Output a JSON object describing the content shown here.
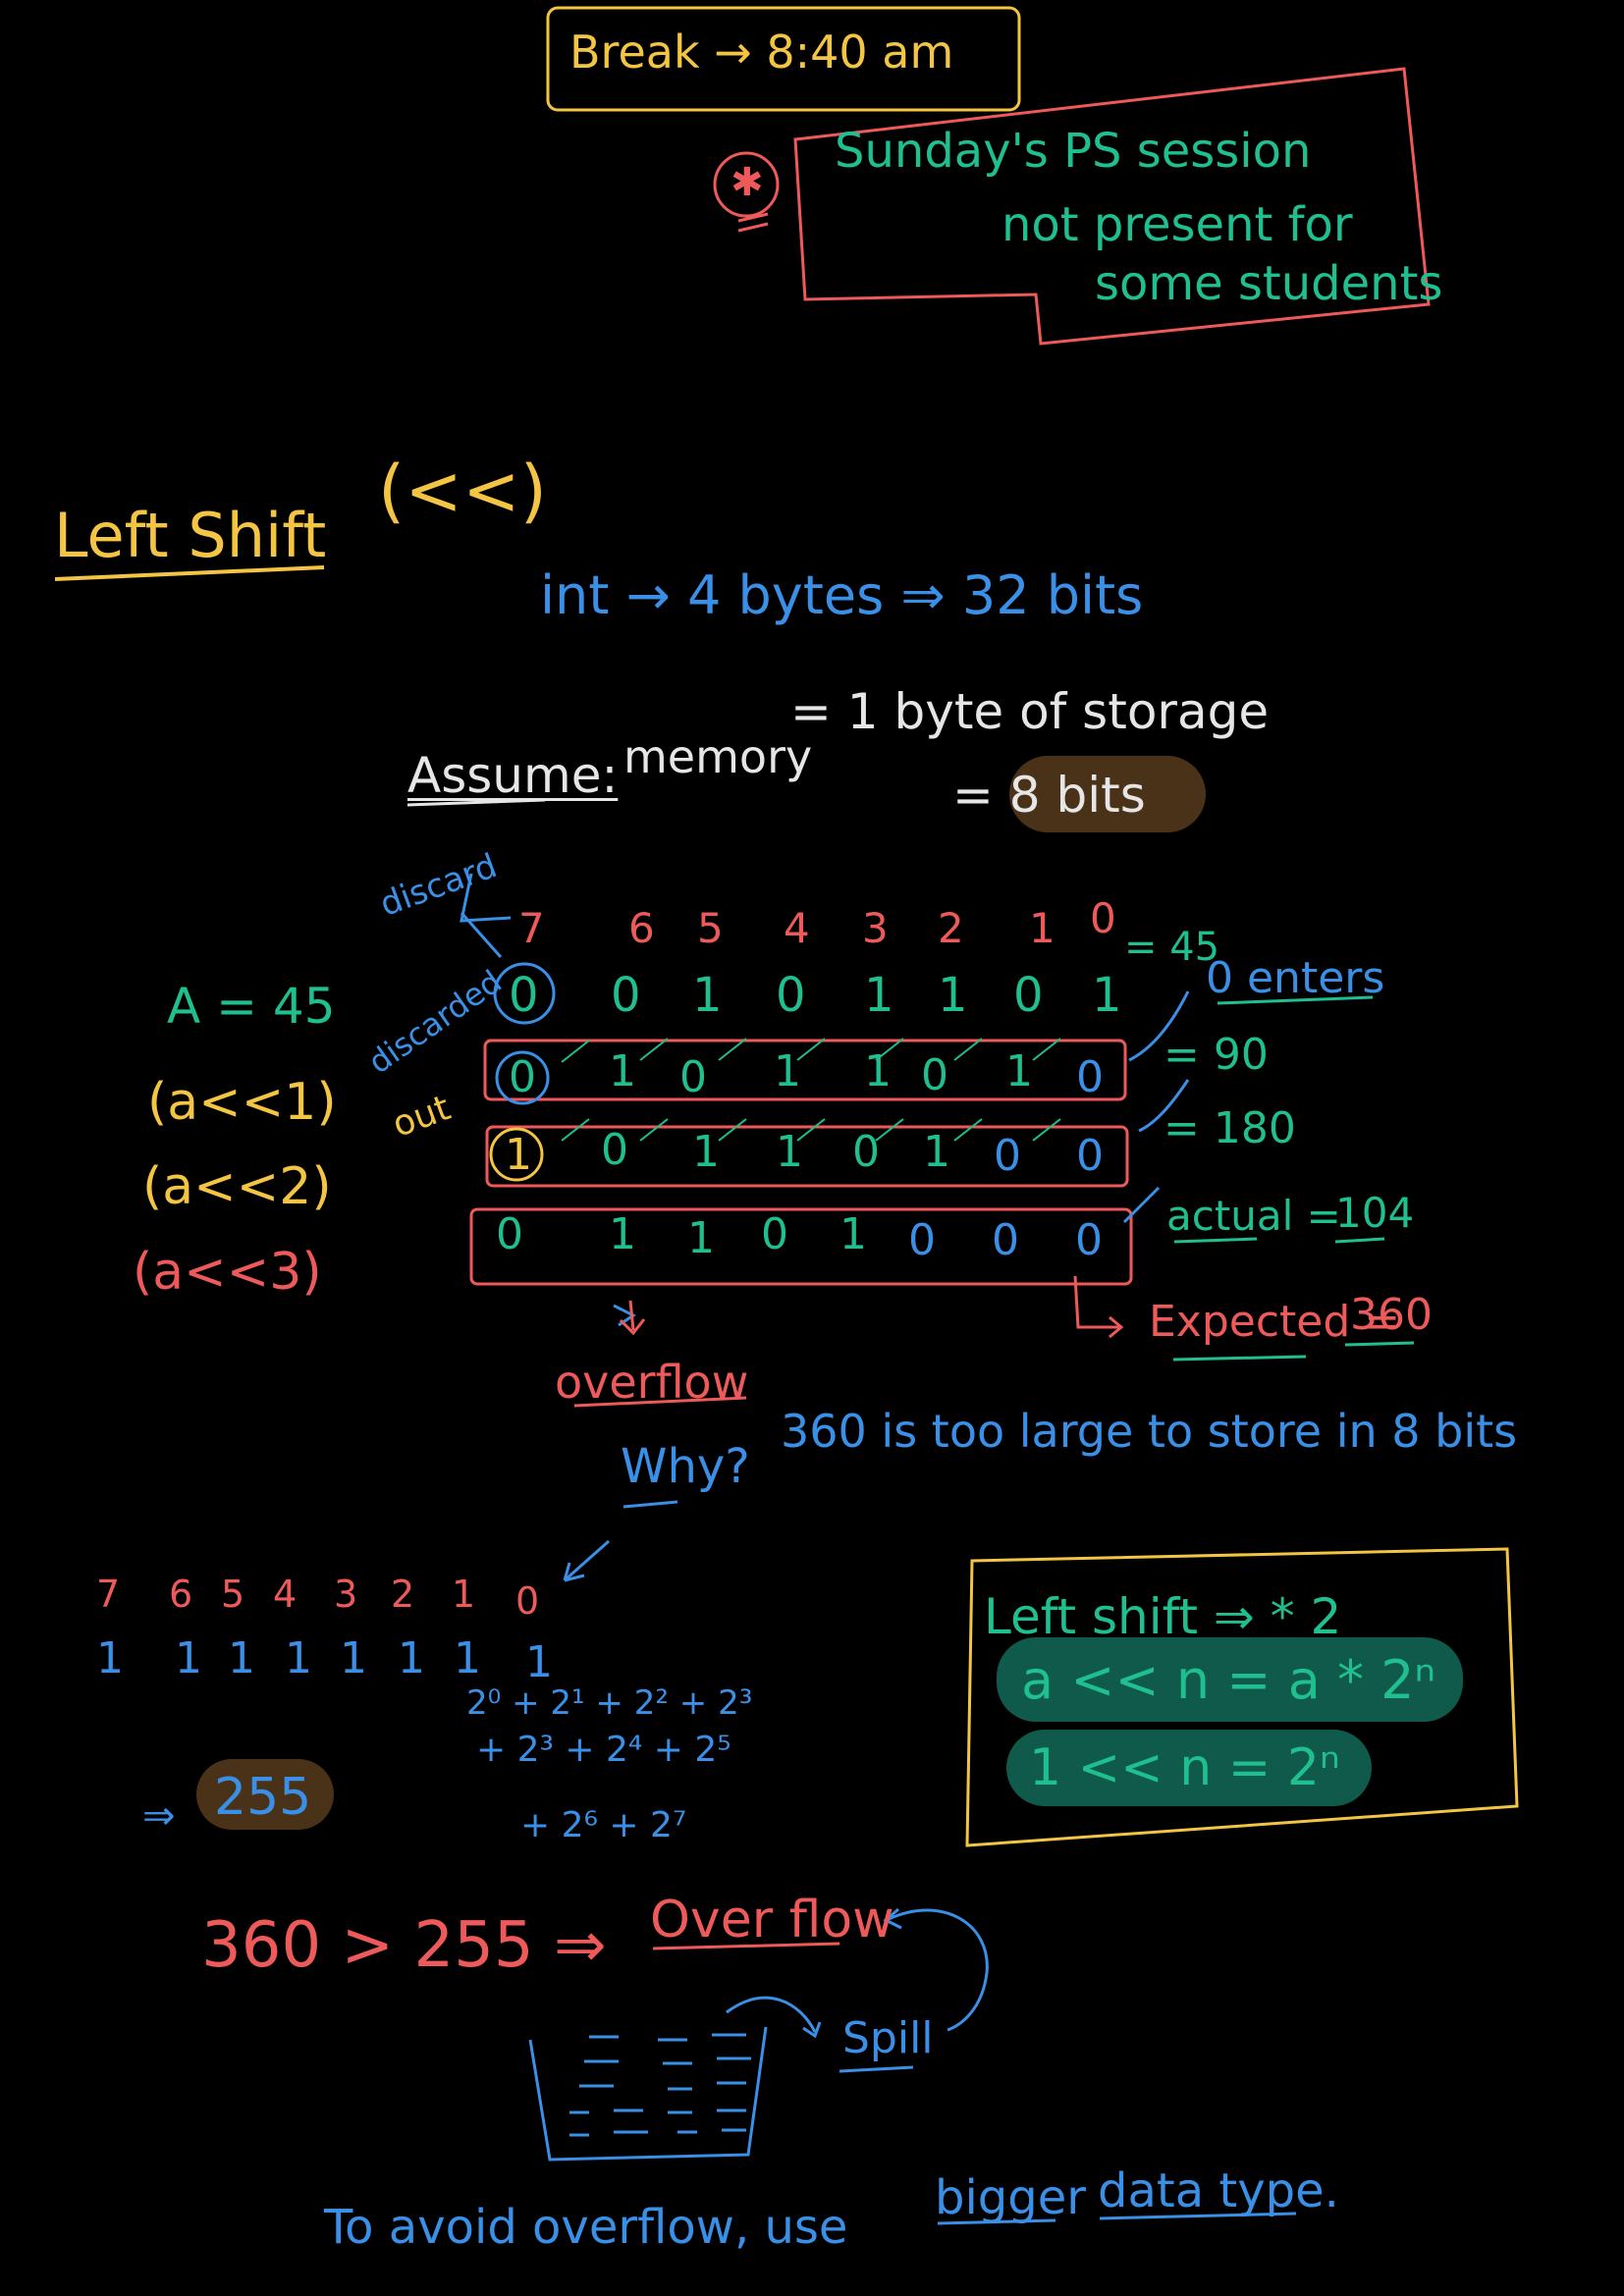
{
  "colors": {
    "background": "#000000",
    "yellow": "#f4c542",
    "green": "#1fbf8f",
    "blue": "#3a8fe6",
    "red": "#ee5a5a",
    "white": "#e6e6e6",
    "highlight_brown": "#4a3218",
    "highlight_teal": "#0f5a4a"
  },
  "header": {
    "break_note": "Break → 8:40 am",
    "star_symbol": "✱",
    "announcement_lines": [
      "Sunday's PS session",
      "not present for",
      "some students"
    ]
  },
  "section": {
    "title": "Left Shift",
    "operator": "(<<)",
    "int_fact": "int → 4 bytes ⇒ 32 bits",
    "assume_label": "Assume:",
    "memory_label": "memory",
    "memory_line1": "= 1 byte of storage",
    "memory_line2": "= 8 bits"
  },
  "bits": {
    "positions": [
      "7",
      "6",
      "5",
      "4",
      "3",
      "2",
      "1",
      "0"
    ],
    "a_label": "A = 45",
    "row0": [
      "0",
      "0",
      "1",
      "0",
      "1",
      "1",
      "0",
      "1"
    ],
    "row0_value": "= 45",
    "row1_label": "(a<<1)",
    "row1": [
      "0",
      "1",
      "0",
      "1",
      "1",
      "0",
      "1",
      "0"
    ],
    "row1_value": "= 90",
    "row2_label": "(a<<2)",
    "row2": [
      "1",
      "0",
      "1",
      "1",
      "0",
      "1",
      "0",
      "0"
    ],
    "row2_value": "= 180",
    "row3_label": "(a<<3)",
    "row3": [
      "0",
      "1",
      "1",
      "0",
      "1",
      "0",
      "0",
      "0"
    ],
    "actual_label": "actual =",
    "actual_value": "104",
    "expected_label": "Expected =",
    "expected_value": "360",
    "zero_enters": "0 enters",
    "discard1": "discard",
    "discard2": "discarded",
    "out": "out",
    "overflow_label": "overflow",
    "why_q": "Why?",
    "why_text": "360 is too large to store in 8 bits"
  },
  "max_byte": {
    "positions": [
      "7",
      "6",
      "5",
      "4",
      "3",
      "2",
      "1",
      "0"
    ],
    "ones": [
      "1",
      "1",
      "1",
      "1",
      "1",
      "1",
      "1",
      "1"
    ],
    "sum_line1": "2⁰ + 2¹ + 2² + 2³",
    "sum_line2": "+ 2³ + 2⁴ + 2⁵",
    "sum_line3": "+ 2⁶ + 2⁷",
    "arrow": "⇒",
    "result": "255"
  },
  "rule_box": {
    "title": "Left shift ⇒ * 2",
    "formula1": "a << n = a * 2ⁿ",
    "formula2": "1 << n = 2ⁿ"
  },
  "conclusion": {
    "comparison": "360 > 255 ⇒",
    "overflow_word": "Over flow",
    "spill": "Spill",
    "advice_prefix": "To avoid overflow, use",
    "advice_word1": "bigger",
    "advice_word2": "data type."
  }
}
